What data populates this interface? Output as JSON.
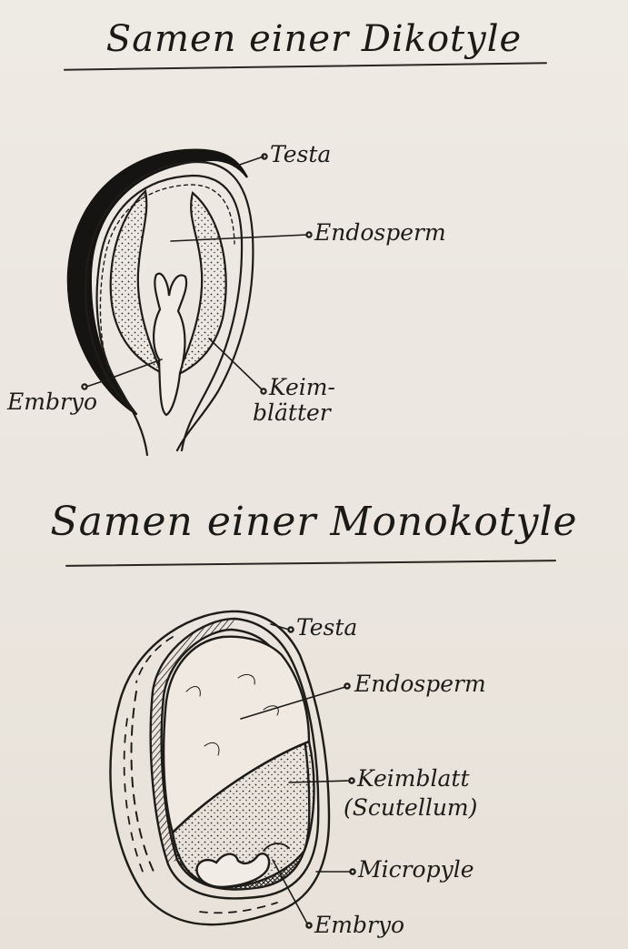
{
  "dicot": {
    "title": "Samen einer Dikotyle",
    "labels": {
      "testa": "Testa",
      "endosperm": "Endosperm",
      "embryo": "Embryo",
      "cotyledons_line1": "Keim-",
      "cotyledons_line2": "blätter"
    }
  },
  "monocot": {
    "title": "Samen einer Monokotyle",
    "labels": {
      "testa": "Testa",
      "endosperm": "Endosperm",
      "cotyledon_line1": "Keimblatt",
      "cotyledon_line2": "(Scutellum)",
      "micropyle": "Micropyle",
      "embryo": "Embryo"
    }
  },
  "colors": {
    "ink": "#1e1c19",
    "paper": "#ece7e0"
  }
}
